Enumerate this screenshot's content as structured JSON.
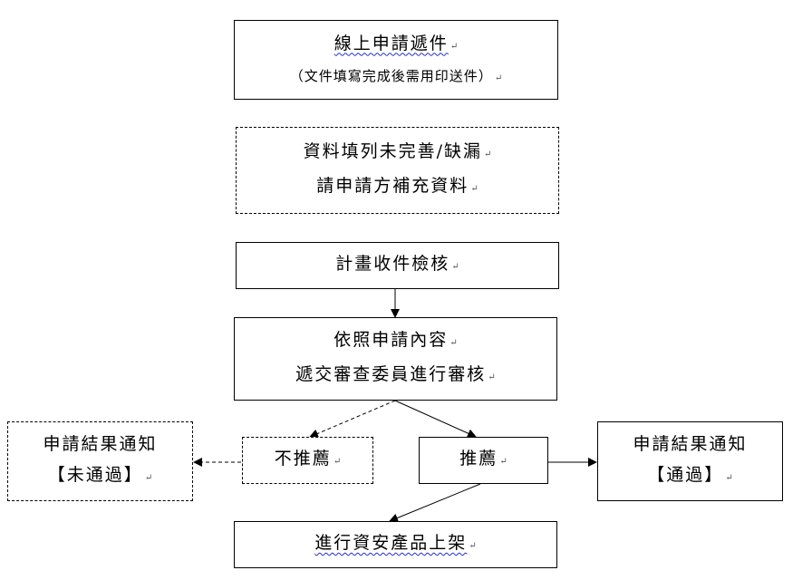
{
  "paragraph_mark": "↵",
  "boxes": {
    "apply": {
      "line1": "線上申請遞件",
      "line2": "（文件填寫完成後需用印送件）"
    },
    "incomplete": {
      "line1": "資料填列未完善/缺漏",
      "line2": "請申請方補充資料"
    },
    "review": {
      "line1": "計畫收件檢核"
    },
    "committee": {
      "line1": "依照申請內容",
      "line2": "遞交審查委員進行審核"
    },
    "not_recommended": {
      "line1": "不推薦"
    },
    "recommended": {
      "line1": "推薦"
    },
    "notify_fail": {
      "line1": "申請結果通知",
      "line2": "【未通過】"
    },
    "notify_pass": {
      "line1": "申請結果通知",
      "line2": "【通過】"
    },
    "listing": {
      "line1": "進行資安產品上架"
    }
  }
}
